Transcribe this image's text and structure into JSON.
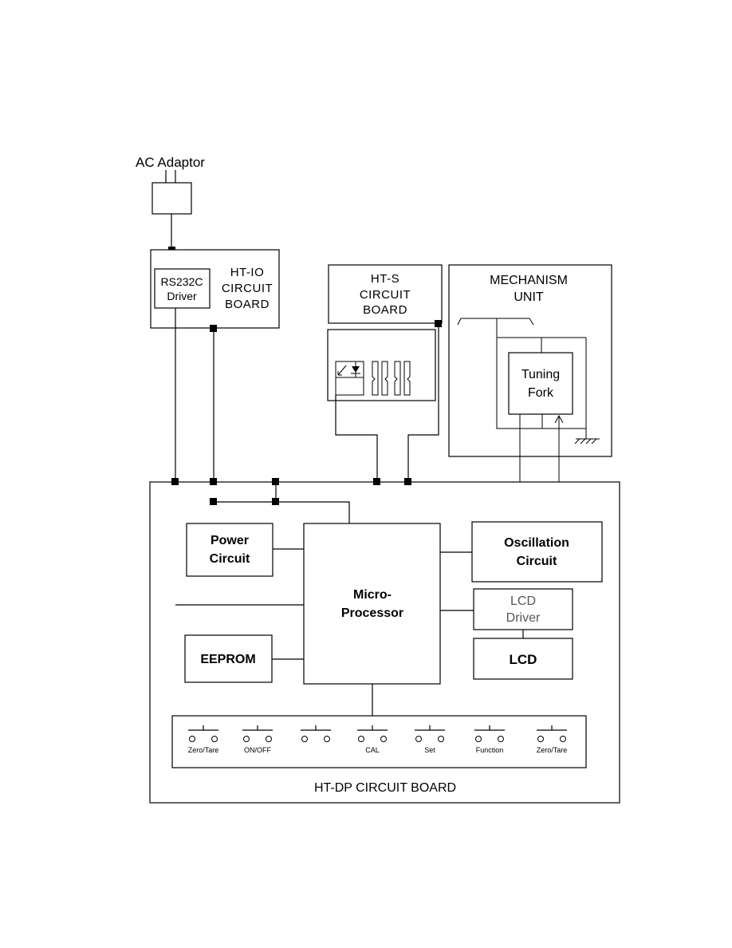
{
  "labels": {
    "ac_adaptor": "AC Adaptor",
    "ht_io_line1": "HT-IO",
    "ht_io_line2": "CIRCUIT",
    "ht_io_line3": "BOARD",
    "rs232c_line1": "RS232C",
    "rs232c_line2": "Driver",
    "ht_s_line1": "HT-S",
    "ht_s_line2": "CIRCUIT",
    "ht_s_line3": "BOARD",
    "mechanism_line1": "MECHANISM",
    "mechanism_line2": "UNIT",
    "tuning_line1": "Tuning",
    "tuning_line2": "Fork",
    "power_line1": "Power",
    "power_line2": "Circuit",
    "micro_line1": "Micro-",
    "micro_line2": "Processor",
    "osc_line1": "Oscillation",
    "osc_line2": "Circuit",
    "lcd_driver_line1": "LCD",
    "lcd_driver_line2": "Driver",
    "lcd": "LCD",
    "eeprom": "EEPROM",
    "ht_dp": "HT-DP CIRCUIT BOARD"
  },
  "switches": [
    {
      "label": "Zero/Tare"
    },
    {
      "label": "ON/OFF"
    },
    {
      "label": ""
    },
    {
      "label": "CAL"
    },
    {
      "label": "Set"
    },
    {
      "label": "Function"
    },
    {
      "label": "Zero/Tare"
    }
  ]
}
